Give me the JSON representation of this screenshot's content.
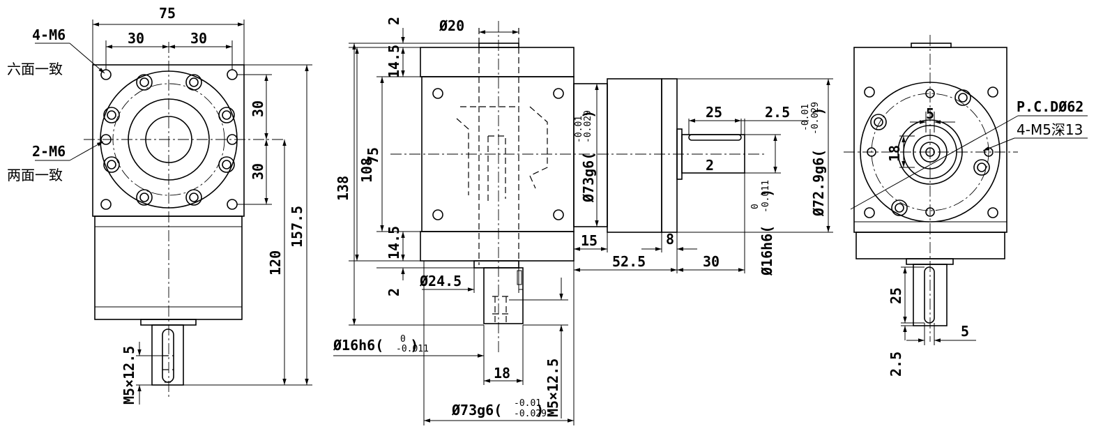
{
  "front_view": {
    "width": "75",
    "bolt_spacing_left": "30",
    "bolt_spacing_right": "30",
    "holes_top": "4-M6",
    "holes_top_note": "六面一致",
    "holes_side": "2-M6",
    "holes_side_note": "两面一致",
    "spacing_v_top": "30",
    "spacing_v_bottom": "30",
    "height_to_shaft": "120",
    "overall_height": "157.5",
    "thread": "M5×12.5"
  },
  "side_view": {
    "top_offset": "2",
    "top_boss_dia": "Ø20",
    "top_flange": "14.5",
    "bottom_flange": "14.5",
    "bottom_offset": "2",
    "body_height": "75",
    "inner_height": "108",
    "overall_height": "138",
    "bottom_boss_dia": "Ø24.5",
    "shaft_fit_main": "Ø16h6(",
    "shaft_fit_upper": "0",
    "shaft_fit_lower": "-0.011",
    "shaft_fit_close": ")",
    "key_width": "18",
    "thread": "M5×12.5",
    "pilot_main": "Ø73g6(",
    "pilot_upper": "-0.01",
    "pilot_lower": "-0.029",
    "pilot_close": ")",
    "body_pilot_main": "Ø73g6(",
    "body_pilot_upper": "-0.01",
    "body_pilot_lower": "-0.029",
    "body_pilot_close": ")",
    "flange_thickness": "15",
    "motor_length": "52.5",
    "flange_plate": "8",
    "shaft_length": "30",
    "key_length": "25",
    "key_offset": "2.5",
    "step": "2",
    "out_shaft_main": "Ø16h6(",
    "out_shaft_upper": "0",
    "out_shaft_lower": "-0.011",
    "out_shaft_close": ")",
    "out_pilot_main": "Ø72.9g6(",
    "out_pilot_upper": "-0.01",
    "out_pilot_lower": "-0.029",
    "out_pilot_close": ")"
  },
  "end_view": {
    "pcd": "P.C.DØ62",
    "holes": "4-M5深13",
    "key_width_top": "5",
    "inner_dim": "18",
    "key_length": "25",
    "key_offset": "2.5",
    "key_width_bottom": "5"
  }
}
